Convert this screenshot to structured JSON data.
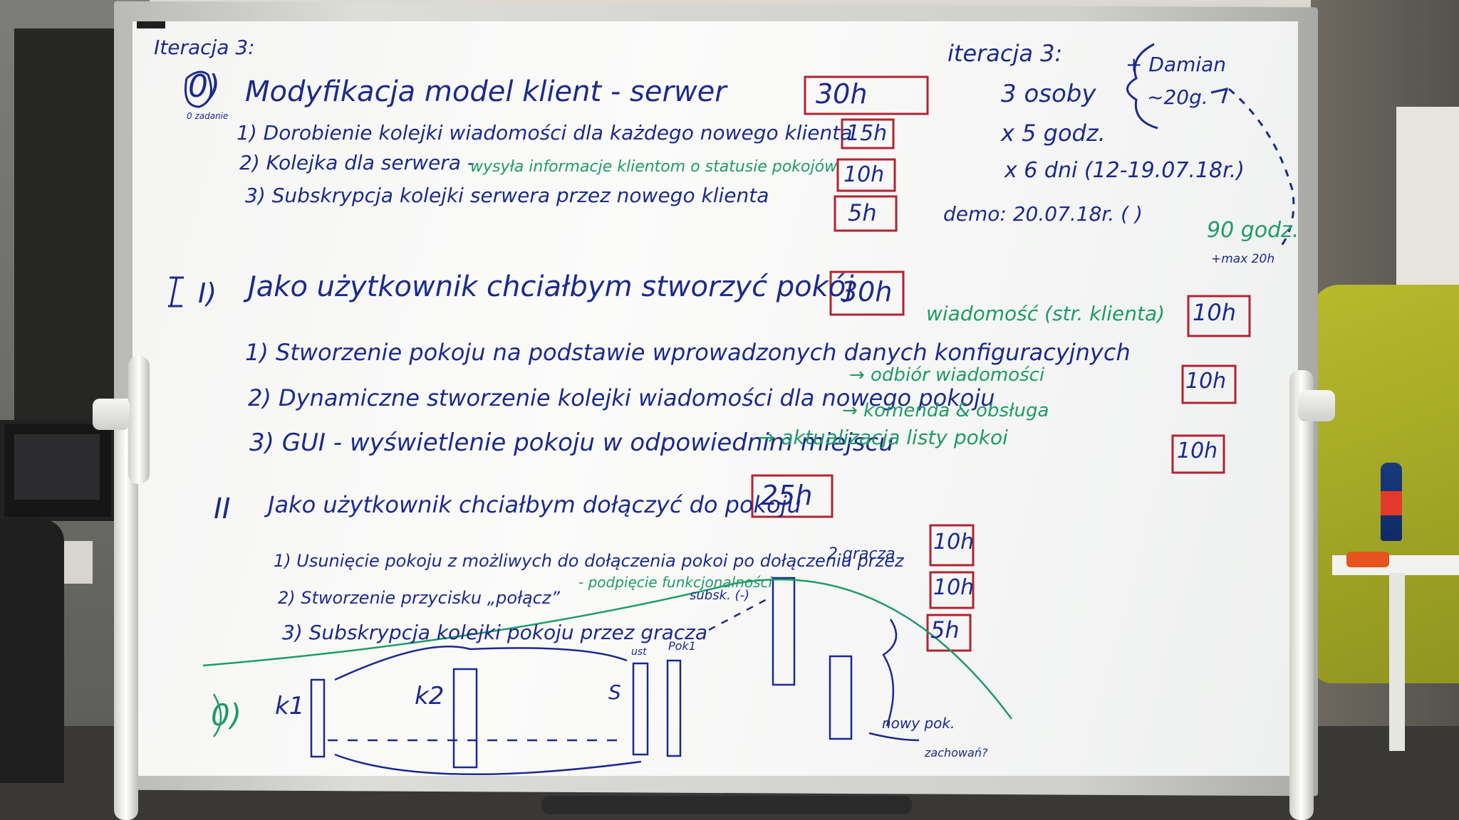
{
  "board": {
    "left_header": "Iteracja 3:",
    "left_header_note": "0 zadanie",
    "section0": {
      "number": "0)",
      "title": "Modyfikacja model klient - serwer",
      "title_hours": "30h",
      "tasks": [
        {
          "text": "1) Dorobienie kolejki wiadomości dla każdego nowego klienta",
          "hours": "15h",
          "note": ""
        },
        {
          "text": "2) Kolejka dla serwera -",
          "hours": "10h",
          "note": "wysyła informacje klientom o statusie pokojów"
        },
        {
          "text": "3) Subskrypcja kolejki serwera przez nowego klienta",
          "hours": "5h",
          "note": ""
        }
      ]
    },
    "right_plan": {
      "header": "iteracja 3:",
      "people": "3 osoby",
      "hours_per_day": "x 5 godz.",
      "days": "x 6 dni (12-19.07.18r.)",
      "demo": "demo: 20.07.18r. (      )",
      "extra_person": "+ Damian",
      "extra_hours": "~20g.",
      "total": "90 godz.",
      "total_note": "+max 20h"
    },
    "section1": {
      "number": "I)",
      "title": "Jako użytkownik chciałbym stworzyć pokój",
      "title_hours": "30h",
      "note_top": "wiadomość (str. klienta)",
      "tasks": [
        {
          "text": "1) Stworzenie pokoju na podstawie wprowadzonych danych konfiguracyjnych",
          "hours": "10h"
        },
        {
          "text": "2) Dynamiczne stworzenie kolejki wiadomości dla nowego pokoju",
          "hours": "10h"
        },
        {
          "text": "3) GUI - wyświetlenie pokoju w odpowiednim miejscu",
          "hours": "10h"
        }
      ],
      "notes": [
        "→ odbiór wiadomości",
        "→ komenda & obsługa",
        "→ aktualizacja listy pokoi"
      ]
    },
    "section2": {
      "number": "II",
      "title": "Jako użytkownik chciałbym dołączyć do pokoju",
      "title_hours": "25h",
      "tasks": [
        {
          "text": "1) Usunięcie pokoju z możliwych do dołączenia pokoi po dołączeniu przez",
          "extra": "2 gracza",
          "hours": "10h"
        },
        {
          "text": "2) Stworzenie przycisku „połącz”",
          "note": "- podpięcie funkcjonalności",
          "hours": "10h"
        },
        {
          "text": "3) Subskrypcja kolejki pokoju przez gracza",
          "hours": "5h"
        }
      ]
    },
    "diagram": {
      "label_zero": "0)",
      "k1": "k1",
      "k2": "k2",
      "s": "S",
      "ust": "ust",
      "pok1": "Pok1",
      "subs": "subsk. (-)",
      "new_room": "nowy pok.",
      "zachowanie": "zachowań?"
    }
  },
  "colors": {
    "blue_marker": "#1c2a8c",
    "green_marker": "#1f9a6a",
    "red_marker": "#b02432"
  }
}
